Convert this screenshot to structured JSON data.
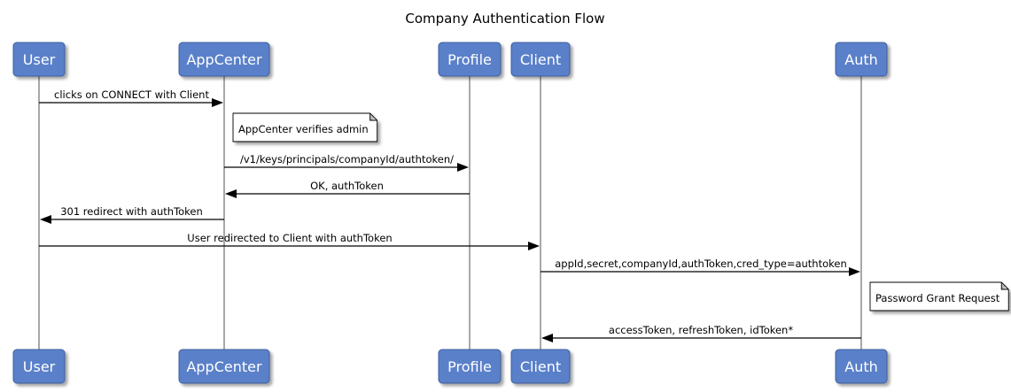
{
  "title": "Company Authentication Flow",
  "colors": {
    "actor_fill": "#5a80c9",
    "actor_stroke": "#3e5f9e",
    "actor_text": "#ffffff",
    "lifeline": "#a8a8a8",
    "arrow": "#000000",
    "note_fill": "#ffffff"
  },
  "actors": [
    {
      "id": "user",
      "label": "User"
    },
    {
      "id": "appcenter",
      "label": "AppCenter"
    },
    {
      "id": "profile",
      "label": "Profile"
    },
    {
      "id": "client",
      "label": "Client"
    },
    {
      "id": "auth",
      "label": "Auth"
    }
  ],
  "steps": [
    {
      "kind": "message",
      "from": "user",
      "to": "appcenter",
      "label": "clicks on CONNECT with Client"
    },
    {
      "kind": "note",
      "over": "appcenter",
      "label": "AppCenter verifies admin"
    },
    {
      "kind": "message",
      "from": "appcenter",
      "to": "profile",
      "label": "/v1/keys/principals/companyId/authtoken/"
    },
    {
      "kind": "message",
      "from": "profile",
      "to": "appcenter",
      "label": "OK, authToken"
    },
    {
      "kind": "message",
      "from": "appcenter",
      "to": "user",
      "label": "301 redirect with authToken"
    },
    {
      "kind": "message",
      "from": "user",
      "to": "client",
      "label": "User redirected to Client with authToken"
    },
    {
      "kind": "message",
      "from": "client",
      "to": "auth",
      "label": "appId,secret,companyId,authToken,cred_type=authtoken"
    },
    {
      "kind": "note",
      "over": "auth",
      "label": "Password Grant Request"
    },
    {
      "kind": "message",
      "from": "auth",
      "to": "client",
      "label": "accessToken, refreshToken, idToken*"
    }
  ]
}
